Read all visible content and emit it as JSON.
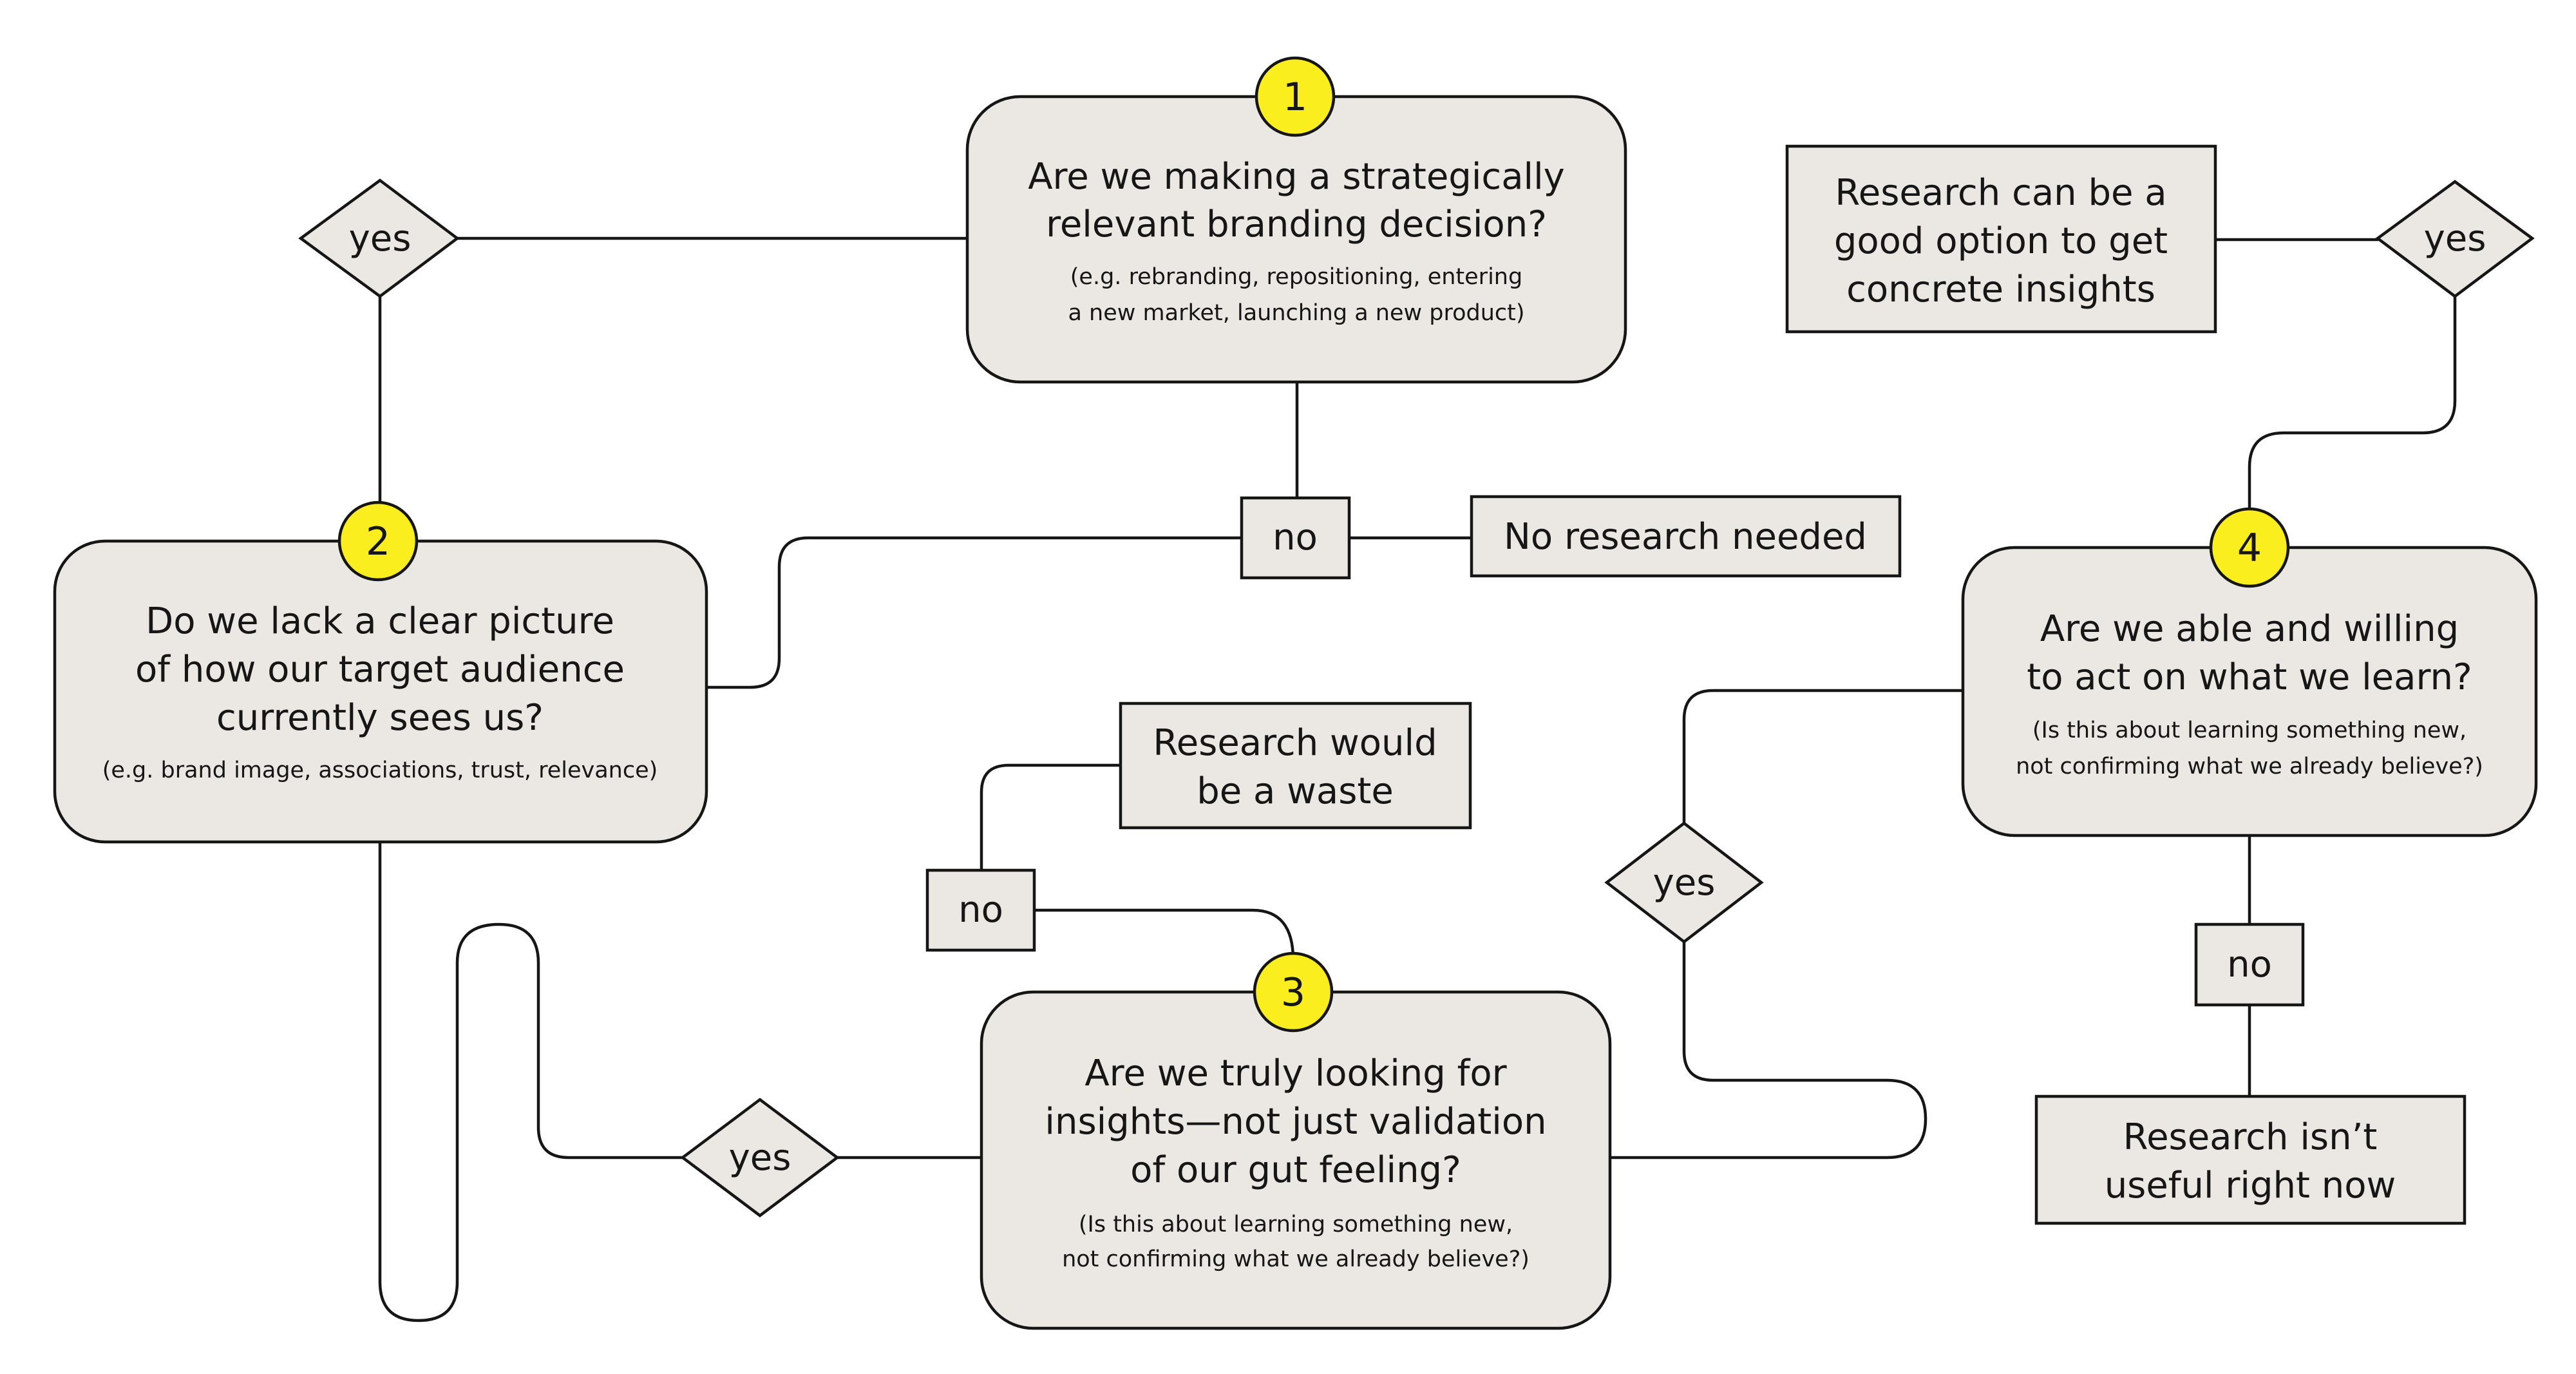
{
  "nodes": {
    "q1": {
      "number": "1",
      "title": [
        "Are we making a strategically",
        "relevant branding decision?"
      ],
      "note": [
        "(e.g. rebranding, repositioning, entering",
        "a new market, launching a new product)"
      ]
    },
    "q2": {
      "number": "2",
      "title": [
        "Do we lack a clear picture",
        "of how our target audience",
        "currently sees us?"
      ],
      "note": [
        "(e.g. brand image, associations, trust, relevance)"
      ]
    },
    "q3": {
      "number": "3",
      "title": [
        "Are we truly looking for",
        "insights—not just validation",
        "of our gut feeling?"
      ],
      "note": [
        "(Is this about learning something new,",
        "not confirming what we already believe?)"
      ]
    },
    "q4": {
      "number": "4",
      "title": [
        "Are we able and willing",
        "to act on what we learn?"
      ],
      "note": [
        "(Is this about learning something new,",
        "not confirming what we already believe?)"
      ]
    },
    "no_research": {
      "text": [
        "No research needed"
      ]
    },
    "waste": {
      "text": [
        "Research would",
        "be a waste"
      ]
    },
    "good_option": {
      "text": [
        "Research can be a",
        "good option to get",
        "concrete insights"
      ]
    },
    "not_useful": {
      "text": [
        "Research isn’t",
        "useful right now"
      ]
    }
  },
  "labels": {
    "yes": "yes",
    "no": "no"
  },
  "colors": {
    "node_fill": "#ebe7e3",
    "stroke": "#161616",
    "badge": "#fbee1e"
  }
}
